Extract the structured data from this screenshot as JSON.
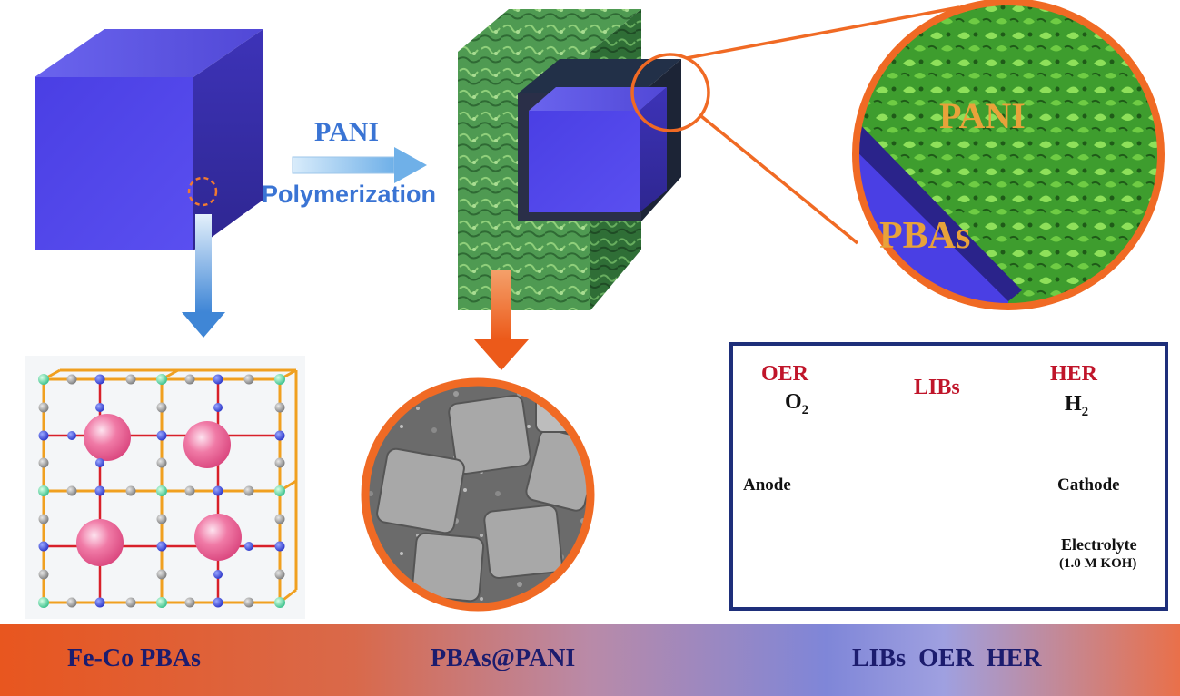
{
  "arrow_labels": {
    "reagent": "PANI",
    "process": "Polymerization"
  },
  "zoom_labels": {
    "shell": "PANI",
    "core": "PBAs"
  },
  "cell": {
    "oer": "OER",
    "her": "HER",
    "libs": "LIBs",
    "o2": "O",
    "o2_sub": "2",
    "h2": "H",
    "h2_sub": "2",
    "anode": "Anode",
    "cathode": "Cathode",
    "electrolyte": "Electrolyte",
    "electrolyte_detail": "(1.0 M KOH)"
  },
  "bottom_bar": {
    "left": "Fe-Co PBAs",
    "middle": "PBAs@PANI",
    "right": "LIBs  OER  HER"
  },
  "colors": {
    "cube_purple": "#4b3fe0",
    "pani_green": "#3fa43a",
    "highlight_orange": "#f06a24",
    "label_orange": "#e8a23a",
    "label_red": "#c0152a",
    "label_blue": "#3a74d4",
    "frame_navy": "#1e2f7a"
  }
}
